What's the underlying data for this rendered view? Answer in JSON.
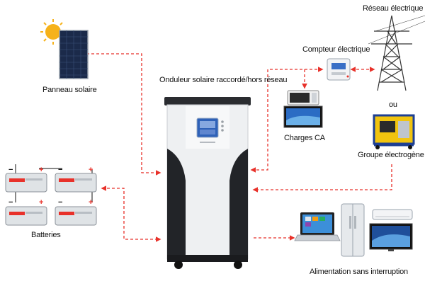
{
  "labels": {
    "solar_panel": "Panneau solaire",
    "inverter": "Onduleur solaire raccordé/hors réseau",
    "meter": "Compteur électrique",
    "grid": "Réseau électrique",
    "or": "ou",
    "generator": "Groupe électrogène",
    "ac_loads": "Charges CA",
    "batteries": "Batteries",
    "ups": "Alimentation sans interruption"
  },
  "colors": {
    "connector": "#e8312a",
    "inverter_body": "#f1f2f4",
    "inverter_dark": "#222428",
    "inverter_screen": "#2f62b8",
    "panel_cells": "#1b2a4a",
    "sun": "#f6b21a",
    "battery_body": "#dfe3e6",
    "generator_frame": "#1d3f93"
  },
  "icons": {
    "solar_panel": "solar-panel-icon",
    "inverter": "inverter-cabinet-icon",
    "meter": "electric-meter-icon",
    "grid": "power-pylon-icon",
    "generator": "generator-icon",
    "ac_loads": "tv-and-microwave-icon",
    "batteries": "battery-bank-icon",
    "ups": "laptop-fridge-tv-ac-icon"
  }
}
